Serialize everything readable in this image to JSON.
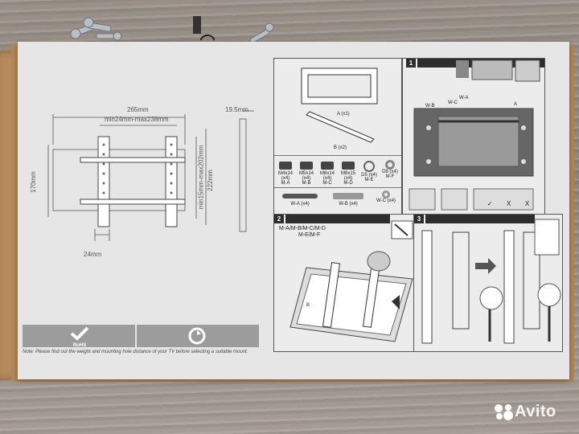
{
  "drawing": {
    "dim_265": "265mm",
    "dim_mount_w": "min24mm-max238mm",
    "dim_depth": "19.5mm",
    "dim_170": "170mm",
    "dim_mount_h": "min15mm-max202mm",
    "dim_222": "222mm",
    "dim_24": "24mm"
  },
  "bottom_strip": {
    "rohs": "RoHS"
  },
  "note": "Note: Please find out the weight and mounting hole distance of your TV before selecting a suitable mount.",
  "parts": {
    "a_label": "A (x1)",
    "b_label": "B (x2)",
    "screws": [
      {
        "size": "M4x14 (x4)",
        "code": "M-A"
      },
      {
        "size": "M5x14 (x4)",
        "code": "M-B"
      },
      {
        "size": "M6x14 (x4)",
        "code": "M-C"
      },
      {
        "size": "M8x15 (x4)",
        "code": "M-D"
      },
      {
        "size": "D5 (x4)",
        "code": "M-E"
      },
      {
        "size": "D8 (x4)",
        "code": "M-F"
      }
    ],
    "wall": [
      {
        "label": "W-A (x4)"
      },
      {
        "label": "W-B (x4)"
      },
      {
        "label": "W-C (x4)"
      }
    ]
  },
  "step1": {
    "number": "1",
    "labels": [
      "W-B",
      "W-C",
      "W-A",
      "A"
    ],
    "check_marks": [
      "✓",
      "X",
      "X"
    ]
  },
  "step2": {
    "number": "2",
    "line1": "M-A/M-B/M-C/M-D",
    "line2": "M-E/M-F",
    "b_label": "B"
  },
  "step3": {
    "number": "3"
  },
  "watermark": "Avito"
}
